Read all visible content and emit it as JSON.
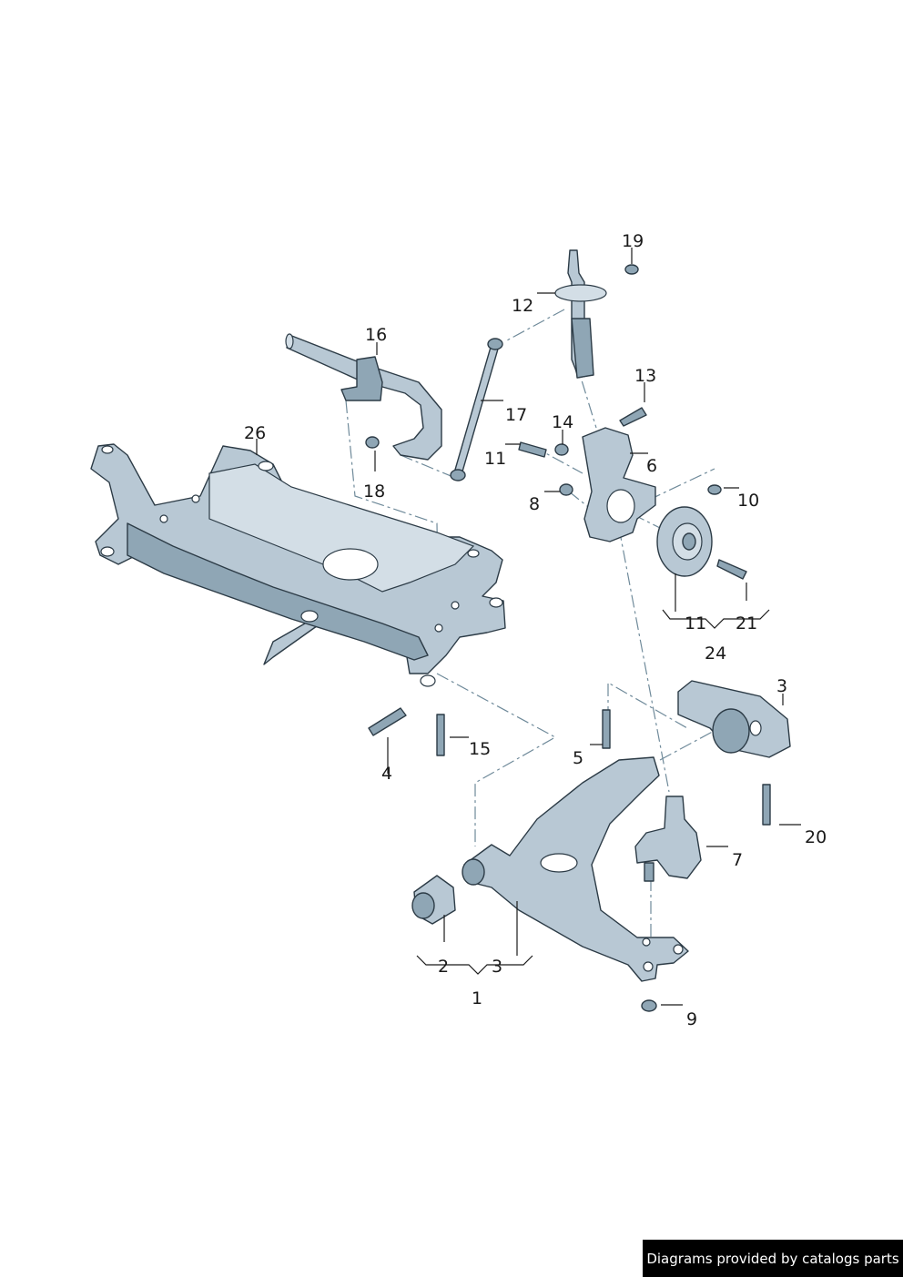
{
  "callouts": {
    "c19": "19",
    "c12": "12",
    "c16": "16",
    "c13": "13",
    "c17": "17",
    "c14": "14",
    "c26": "26",
    "c11a": "11",
    "c6": "6",
    "c18": "18",
    "c8": "8",
    "c10": "10",
    "c11b": "11",
    "c21": "21",
    "c24": "24",
    "c3a": "3",
    "c15": "15",
    "c5": "5",
    "c4": "4",
    "c20": "20",
    "c7": "7",
    "c2": "2",
    "c3b": "3",
    "c1": "1",
    "c9": "9"
  },
  "footer": {
    "credit": "Diagrams provided by catalogs parts"
  },
  "colors": {
    "part_fill": "#b8c8d4",
    "part_stroke": "#2c3b46",
    "credit_bg": "#000000"
  }
}
